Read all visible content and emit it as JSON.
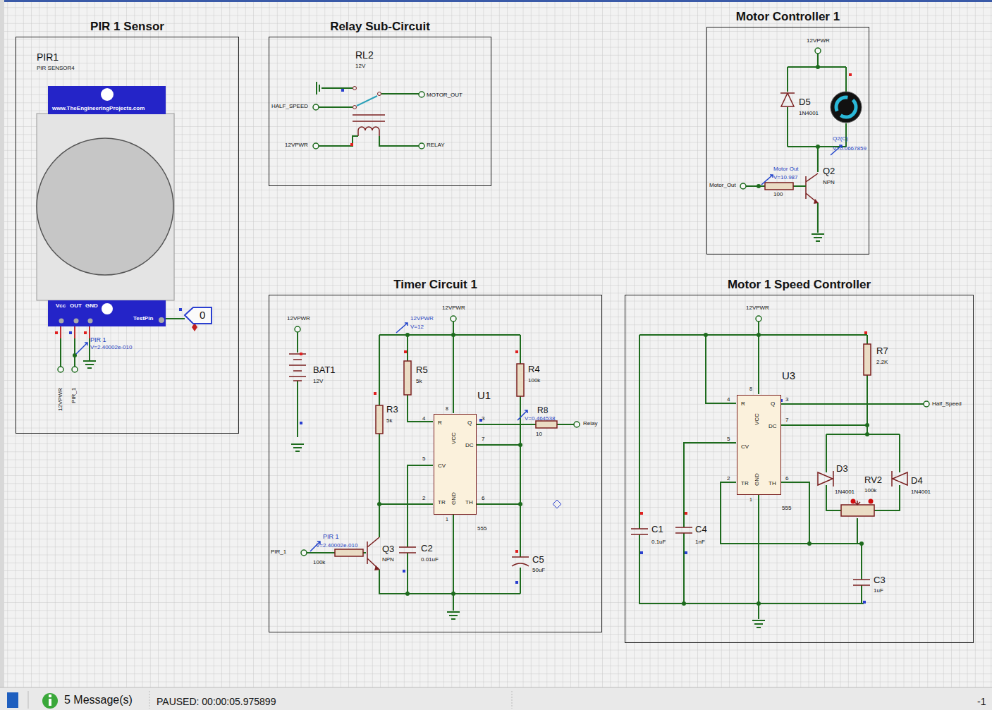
{
  "diagram": {
    "nodes": [
      {
        "text": [
          "PIR 1 Sensor"
        ]
      },
      {
        "text": [
          "www.TheEngineeringProjects.com"
        ],
        "in": 0
      },
      {
        "text": [
          "Vcc",
          "OUT",
          "GND",
          "TestPin"
        ],
        "in": 0
      },
      {
        "text": [
          "Relay Sub-Circuit"
        ]
      },
      {
        "text": [
          "Motor Controller 1"
        ]
      },
      {
        "text": [
          "Timer Circuit 1"
        ]
      },
      {
        "text": [
          "R",
          "VCC",
          "Q",
          "DC",
          "CV",
          "TR",
          "GND",
          "TH"
        ],
        "in": 5
      },
      {
        "text": [
          "Motor 1 Speed Controller"
        ]
      },
      {
        "text": [
          "R",
          "VCC",
          "Q",
          "DC",
          "CV",
          "TR",
          "GND",
          "TH"
        ],
        "in": 7
      }
    ],
    "labels": [
      "PIR1",
      "PIR SENSOR4",
      "PIR 1",
      "V=2.40002e-010",
      "12VPWR",
      "PIR_1",
      "0",
      "RL2",
      "12V",
      "HALF_SPEED",
      "MOTOR_OUT",
      "12VPWR",
      "RELAY",
      "12VPWR",
      "D5",
      "1N4001",
      "Q2(C)",
      "V=0.0667859",
      "Motor Out",
      "V=10.987",
      "100",
      "Q2",
      "NPN",
      "Motor_Out",
      "12VPWR",
      "BAT1",
      "12V",
      "12VPWR",
      "V=12",
      "12VPWR",
      "R5",
      "5k",
      "R3",
      "5k",
      "U1",
      "R4",
      "100k",
      "4",
      "8",
      "3",
      "7",
      "5",
      "2",
      "6",
      "1",
      "555",
      "R8",
      "V=0.464538",
      "10",
      "Relay",
      "PIR_1",
      "PIR 1",
      "V=2.40002e-010",
      "100k",
      "Q3",
      "NPN",
      "C2",
      "0.01uF",
      "C5",
      "50uF",
      "12VPWR",
      "R7",
      "2.2K",
      "U3",
      "4",
      "8",
      "3",
      "Half_Speed",
      "7",
      "5",
      "2",
      "6",
      "1",
      "555",
      "D3",
      "1N4001",
      "RV2",
      "100k",
      "D4",
      "1N4001",
      "C1",
      "0.1uF",
      "C4",
      "1nF",
      "C3",
      "1uF",
      "5 Message(s)",
      "PAUSED: 00:00:05.975899",
      "-1"
    ]
  }
}
